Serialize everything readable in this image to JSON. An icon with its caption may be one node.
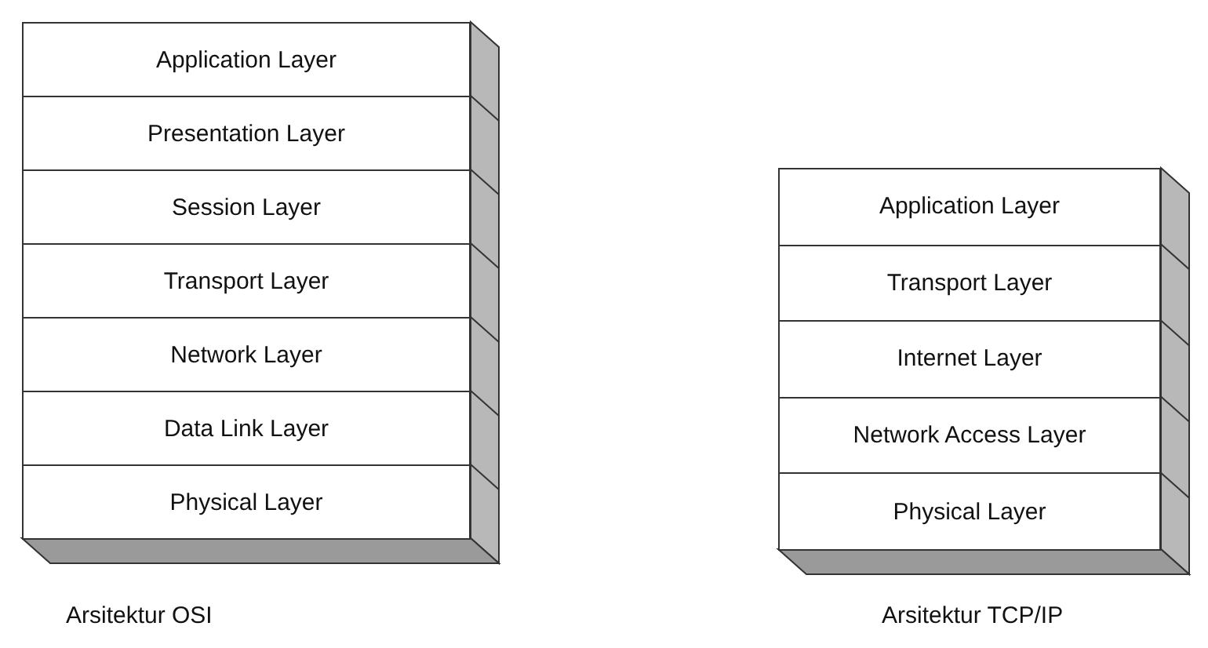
{
  "diagram": {
    "nodes": [
      {
        "text": [
          "Application Layer"
        ]
      },
      {
        "text": [
          "Presentation Layer"
        ]
      },
      {
        "text": [
          "Session Layer"
        ]
      },
      {
        "text": [
          "Transport Layer"
        ]
      },
      {
        "text": [
          "Network Layer"
        ]
      },
      {
        "text": [
          "Data Link Layer"
        ]
      },
      {
        "text": [
          "Physical Layer"
        ]
      },
      {
        "text": [
          "Application Layer"
        ]
      },
      {
        "text": [
          "Transport Layer"
        ]
      },
      {
        "text": [
          "Internet Layer"
        ]
      },
      {
        "text": [
          "Network Access Layer"
        ]
      },
      {
        "text": [
          "Physical Layer"
        ]
      }
    ],
    "edges": [],
    "labels": [
      "Arsitektur OSI",
      "Arsitektur TCP/IP"
    ]
  }
}
